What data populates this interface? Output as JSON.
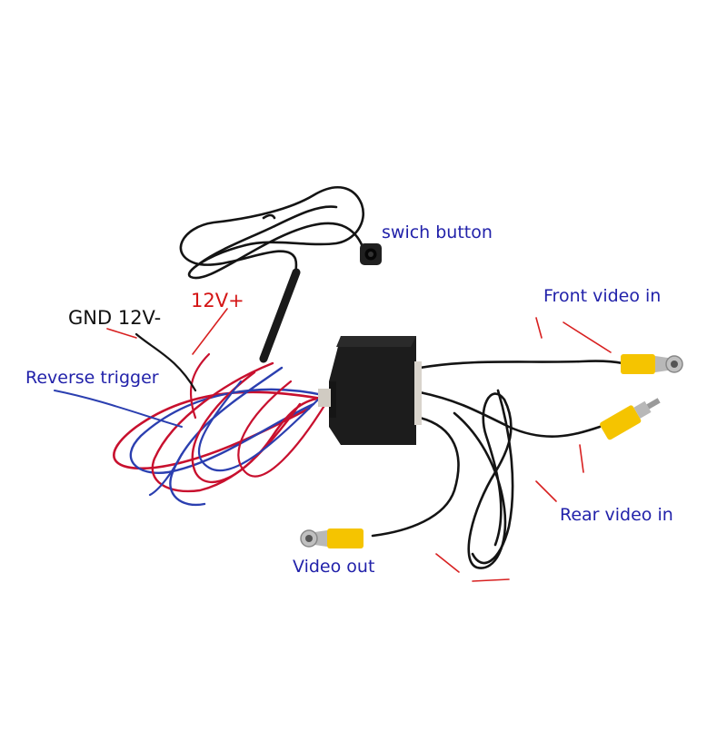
{
  "labels": {
    "switch_button": "swich button",
    "front_video_in": "Front video in",
    "rear_video_in": "Rear video in",
    "video_out": "Video out",
    "reverse_trigger": "Reverse trigger",
    "gnd_12v_minus": "GND 12V-",
    "v12_plus": "12V+"
  },
  "colors": {
    "label_text": "#2222aa",
    "label_black": "#111111",
    "label_red": "#d41414",
    "pointer_line": "#d82020",
    "cable_black": "#141414",
    "wire_red": "#c8102e",
    "wire_blue": "#2b3fb0",
    "rca_yellow": "#f5c400",
    "box_black": "#1c1c1c"
  }
}
